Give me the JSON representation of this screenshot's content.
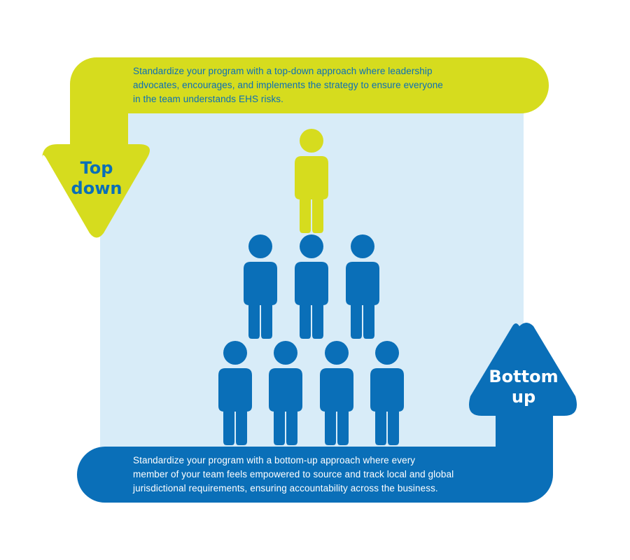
{
  "top_down": {
    "label_line1": "Top",
    "label_line2": "down",
    "description_lines": [
      "Standardize your program with a top-down approach where leadership",
      "advocates, encourages, and implements the strategy to ensure everyone",
      "in the team understands EHS risks."
    ]
  },
  "bottom_up": {
    "label_line1": "Bottom",
    "label_line2": "up",
    "description_lines": [
      "Standardize your program with a bottom-up approach where every",
      "member of your team feels empowered to source and track local and global",
      "jurisdictional requirements, ensuring accountability across the business."
    ]
  },
  "pyramid": {
    "leader_count": 1,
    "middle_row_count": 3,
    "bottom_row_count": 4
  },
  "colors": {
    "lime": "#d6dc1e",
    "blue": "#0a6fb8",
    "panel": "#d8ecf8",
    "white": "#ffffff"
  }
}
